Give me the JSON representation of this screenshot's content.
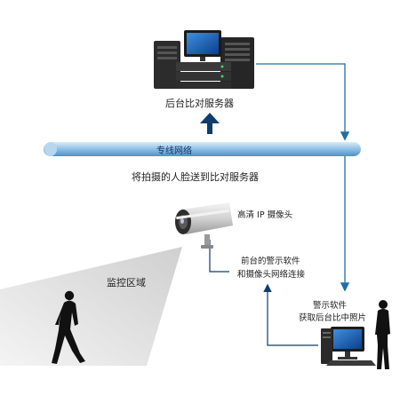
{
  "labels": {
    "server": "后台比对服务器",
    "dedicated_line": "专线网络",
    "send_faces": "将拍摄的人脸送到比对服务器",
    "camera": "高清 IP 摄像头",
    "front_software_line1": "前台的警示软件",
    "front_software_line2": "和摄像头网络连接",
    "monitor_zone": "监控区域",
    "alarm_software_line1": "警示软件",
    "alarm_software_line2": "获取后台比中照片"
  },
  "icons": {
    "server": "server-rack-icon",
    "camera": "bullet-camera-icon",
    "workstation": "desktop-computer-icon",
    "walking_person": "walking-person-silhouette-icon",
    "standing_person": "standing-person-silhouette-icon"
  },
  "colors": {
    "network_bar": "#7fb3de",
    "arrow_blue": "#1d6fa8",
    "arrow_dark": "#0d3e6c",
    "silhouette": "#111111",
    "zone": "#e6e6e6"
  }
}
